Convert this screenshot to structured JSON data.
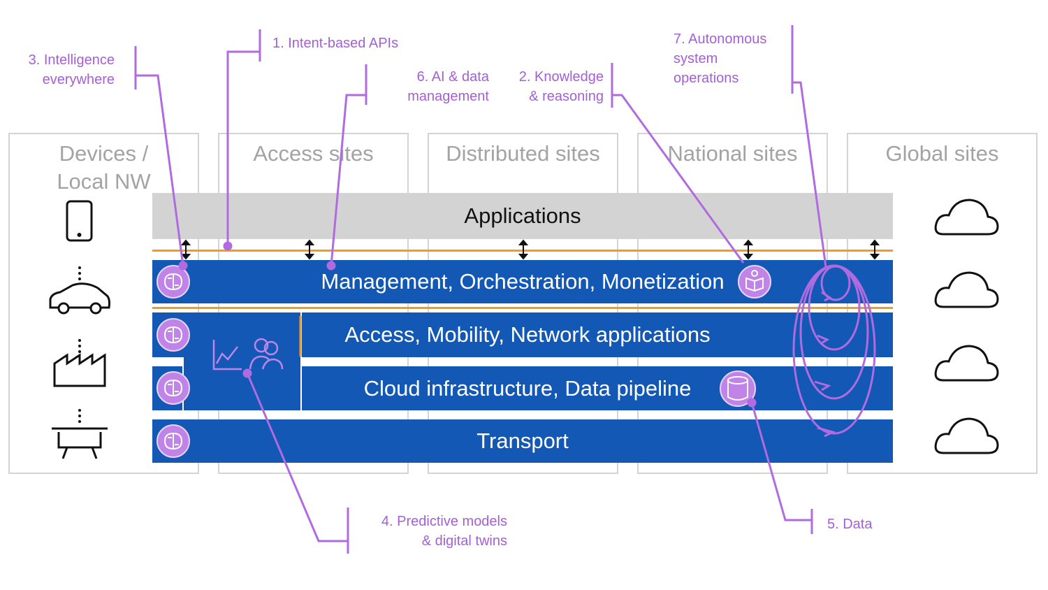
{
  "columns": [
    {
      "title": "Devices /\nLocal NW"
    },
    {
      "title": "Access sites"
    },
    {
      "title": "Distributed sites"
    },
    {
      "title": "National sites"
    },
    {
      "title": "Global sites"
    }
  ],
  "layers": {
    "applications": "Applications",
    "management": "Management, Orchestration, Monetization",
    "access": "Access, Mobility, Network applications",
    "cloud": "Cloud infrastructure, Data pipeline",
    "transport": "Transport"
  },
  "callouts": {
    "intent_apis": "1. Intent-based APIs",
    "knowledge": "2. Knowledge\n& reasoning",
    "intelligence": "3. Intelligence\neverywhere",
    "predictive": "4. Predictive models\n& digital twins",
    "data": "5. Data",
    "ai_data": "6. AI & data\nmanagement",
    "autonomous": "7. Autonomous\nsystem\noperations"
  },
  "colors": {
    "band": "#1358b4",
    "callout": "#a45fd6",
    "orange": "#f39b1f",
    "apps": "#d3d3d3"
  },
  "icons": [
    "phone-icon",
    "car-icon",
    "factory-icon",
    "table-device-icon",
    "cloud-icon",
    "brain-icon",
    "knowledge-icon",
    "database-icon",
    "chart-icon",
    "people-icon"
  ]
}
